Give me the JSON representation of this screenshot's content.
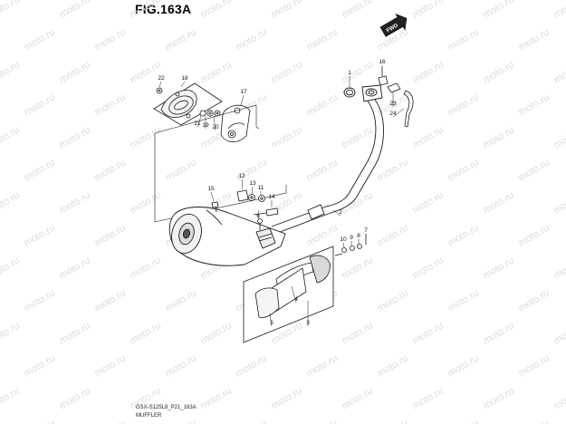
{
  "figure": {
    "title": "FIG.163A",
    "code": "GSX-S125L8_P21_163A",
    "name": "MUFFLER",
    "direction_badge": "FWD",
    "watermark": "moto.ru"
  },
  "callouts": [
    "1",
    "2",
    "3",
    "4",
    "5",
    "6",
    "7",
    "8",
    "9",
    "10",
    "11",
    "12",
    "13",
    "14",
    "15",
    "16",
    "17",
    "18",
    "19",
    "20",
    "21",
    "22",
    "23",
    "24"
  ],
  "colors": {
    "line": "#1a1a1a",
    "watermark": "#e7d9d3",
    "badge_fill": "#222222"
  }
}
